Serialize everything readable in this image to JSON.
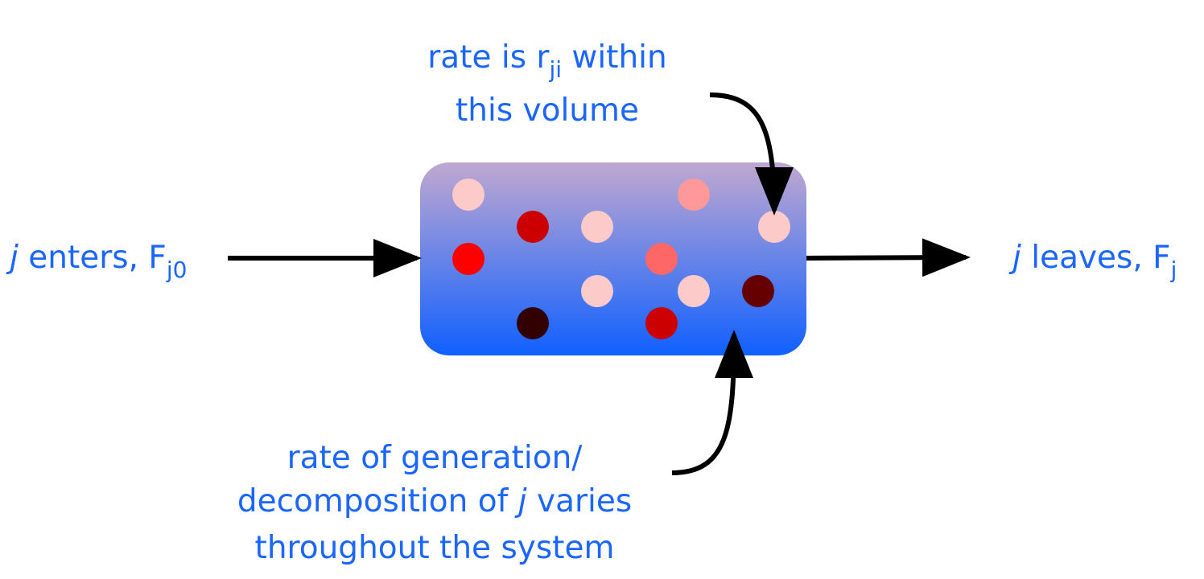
{
  "labels": {
    "enters": {
      "var": "j",
      "text": " enters, F",
      "sub": "j0"
    },
    "leaves": {
      "var": "j",
      "text": " leaves, F",
      "sub": "j"
    },
    "rate_top": {
      "line1_pre": "rate is r",
      "line1_sub": "ji",
      "line1_post": " within",
      "line2": "this volume"
    },
    "rate_bottom": {
      "line1": "rate of generation/",
      "line2_pre": "decomposition  of ",
      "line2_var": "j",
      "line2_post": " varies",
      "line3": "throughout the system"
    }
  },
  "colors": {
    "text": "#1a66ff",
    "box_top": "#c0a8d0",
    "box_bottom": "#1060ff",
    "particles": [
      "#fccac8",
      "#cc0000",
      "#fccac8",
      "#ff9999",
      "#fccac8",
      "#ff0000",
      "#ff6666",
      "#fccac8",
      "#fccac8",
      "#660000",
      "#330000",
      "#cc0000"
    ]
  }
}
